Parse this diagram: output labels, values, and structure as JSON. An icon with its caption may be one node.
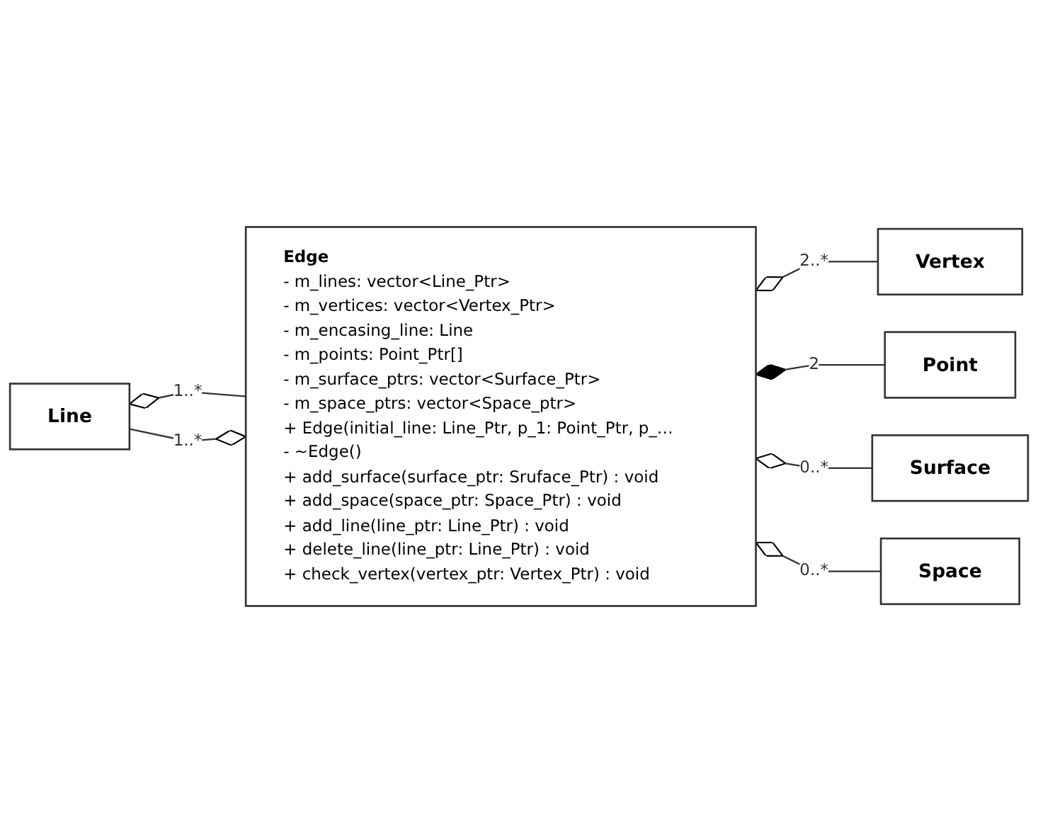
{
  "diagram": {
    "nodes": [
      {
        "text": [
          "Line"
        ]
      },
      {
        "text": [
          "Edge",
          "- m_lines: vector<Line_Ptr>",
          "- m_vertices: vector<Vertex_Ptr>",
          "- m_encasing_line: Line",
          "- m_points: Point_Ptr[]",
          "- m_surface_ptrs: vector<Surface_Ptr>",
          "- m_space_ptrs: vector<Space_ptr>",
          "+ Edge(initial_line: Line_Ptr, p_1: Point_Ptr, p_…",
          "- ~Edge()",
          "+ add_surface(surface_ptr: Sruface_Ptr) : void",
          "+ add_space(space_ptr: Space_Ptr) : void",
          "+ add_line(line_ptr: Line_Ptr) : void",
          "+ delete_line(line_ptr: Line_Ptr) : void",
          "+ check_vertex(vertex_ptr: Vertex_Ptr) : void"
        ]
      },
      {
        "text": [
          "Vertex"
        ]
      },
      {
        "text": [
          "Point"
        ]
      },
      {
        "text": [
          "Surface"
        ]
      },
      {
        "text": [
          "Space"
        ]
      }
    ],
    "edges": [
      {
        "from": 0,
        "to": 1,
        "arrow": "other",
        "label": "1..*"
      },
      {
        "from": 1,
        "to": 0,
        "arrow": "other",
        "label": "1..*"
      },
      {
        "from": 1,
        "to": 2,
        "arrow": "other",
        "label": "2..*"
      },
      {
        "from": 1,
        "to": 3,
        "arrow": "other",
        "label": "2"
      },
      {
        "from": 1,
        "to": 4,
        "arrow": "other",
        "label": "0..*"
      },
      {
        "from": 1,
        "to": 5,
        "arrow": "other",
        "label": "0..*"
      }
    ]
  }
}
